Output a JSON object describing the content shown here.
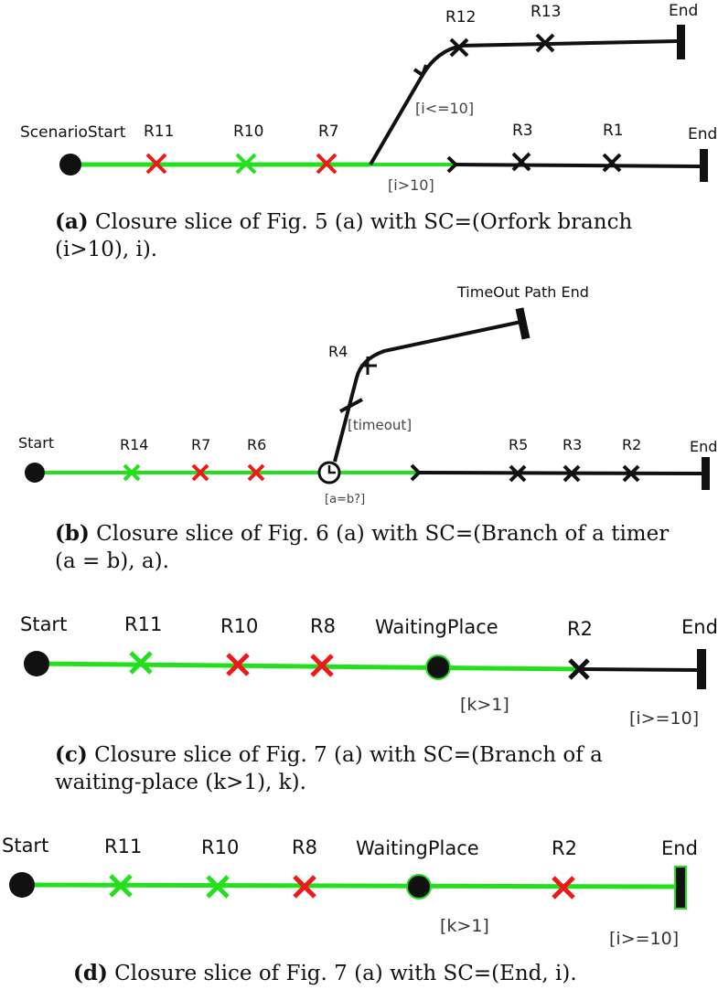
{
  "colors": {
    "active": "#22e01c",
    "reached": "#ee1a1a",
    "inactive": "#111111"
  },
  "panel_a": {
    "start": "ScenarioStart",
    "responsibilities": [
      "R11",
      "R10",
      "R7",
      "R3",
      "R1",
      "R12",
      "R13"
    ],
    "ends": [
      "End",
      "End"
    ],
    "conditions": [
      "[i<=10]",
      "[i>10]"
    ],
    "caption": {
      "tag": "(a)",
      "text": "Closure slice of Fig. 5 (a) with SC=(Orfork branch (i>10), i)."
    }
  },
  "panel_b": {
    "start": "Start",
    "responsibilities": [
      "R14",
      "R7",
      "R6",
      "R5",
      "R3",
      "R2",
      "R4"
    ],
    "ends": [
      "End",
      "TimeOut Path End"
    ],
    "conditions": [
      "[timeout]",
      "[a=b?]"
    ],
    "caption": {
      "tag": "(b)",
      "text": "Closure slice of Fig. 6 (a) with SC=(Branch of a timer (a = b), a)."
    }
  },
  "panel_c": {
    "start": "Start",
    "responsibilities": [
      "R11",
      "R10",
      "R8",
      "R2"
    ],
    "waiting_place": "WaitingPlace",
    "end": "End",
    "conditions": [
      "[k>1]",
      "[i>=10]"
    ],
    "caption": {
      "tag": "(c)",
      "text": "Closure slice of Fig. 7 (a) with SC=(Branch of a waiting-place (k>1), k)."
    }
  },
  "panel_d": {
    "start": "Start",
    "responsibilities": [
      "R11",
      "R10",
      "R8",
      "R2"
    ],
    "waiting_place": "WaitingPlace",
    "end": "End",
    "conditions": [
      "[k>1]",
      "[i>=10]"
    ],
    "caption": {
      "tag": "(d)",
      "text": "Closure slice of Fig. 7 (a) with SC=(End, i)."
    }
  }
}
